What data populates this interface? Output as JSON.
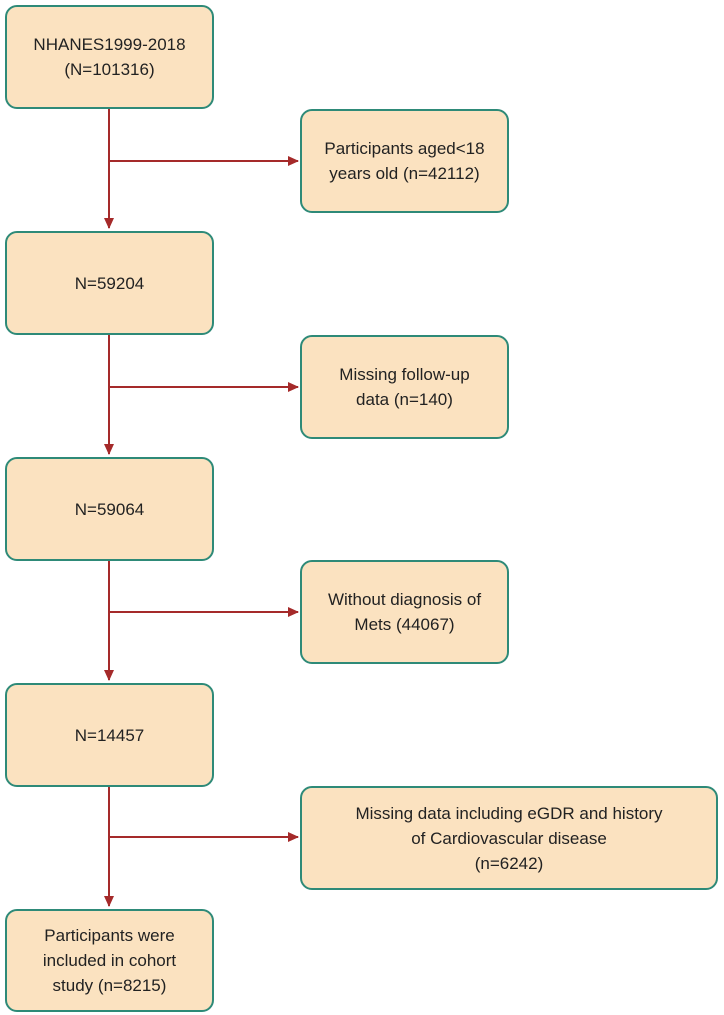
{
  "colors": {
    "box_fill": "#fbe2c0",
    "box_border": "#2e8a78",
    "arrow": "#a52a2a",
    "text": "#222222"
  },
  "flowchart": {
    "main_steps": [
      {
        "text": "NHANES1999-2018\n(N=101316)"
      },
      {
        "text": "N=59204"
      },
      {
        "text": "N=59064"
      },
      {
        "text": "N=14457"
      },
      {
        "text": "Participants were\nincluded in cohort\nstudy (n=8215)"
      }
    ],
    "exclusions": [
      {
        "text": "Participants aged<18\nyears old (n=42112)"
      },
      {
        "text": "Missing follow-up\ndata (n=140)"
      },
      {
        "text": "Without diagnosis of\nMets (44067)"
      },
      {
        "text": "Missing data including eGDR and history\nof Cardiovascular disease\n(n=6242)"
      }
    ]
  }
}
